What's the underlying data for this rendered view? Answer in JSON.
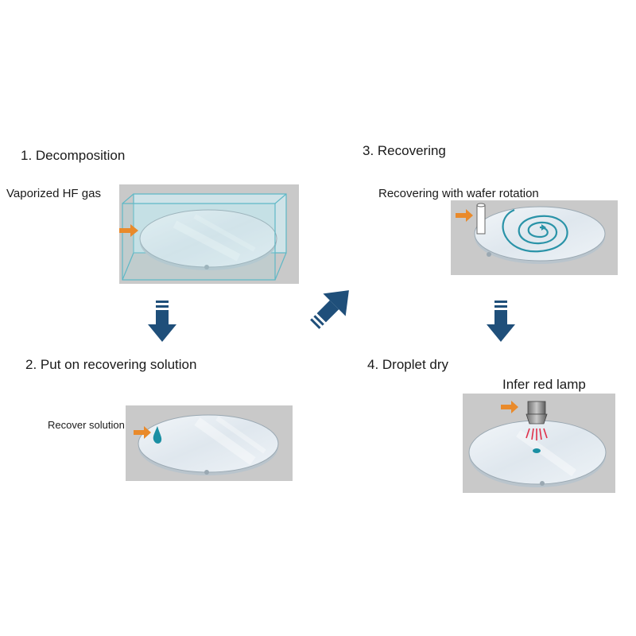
{
  "steps": [
    {
      "title": "1. Decomposition",
      "caption": "Vaporized  HF gas"
    },
    {
      "title": "2. Put on  recovering   solution",
      "caption": "Recover solution"
    },
    {
      "title": "3. Recovering",
      "caption": "Recovering with wafer rotation"
    },
    {
      "title": "4. Droplet   dry",
      "caption": "Infer red lamp"
    }
  ],
  "colors": {
    "panel": "#c9c9c9",
    "wafer": "#dfe7ee",
    "chamber_edge": "#5fb8c6",
    "flow_arrow": "#1f4f7a",
    "pointer_arrow": "#e98a2b",
    "droplet": "#1a8fa3",
    "lamp_rays": "#e0304a"
  }
}
